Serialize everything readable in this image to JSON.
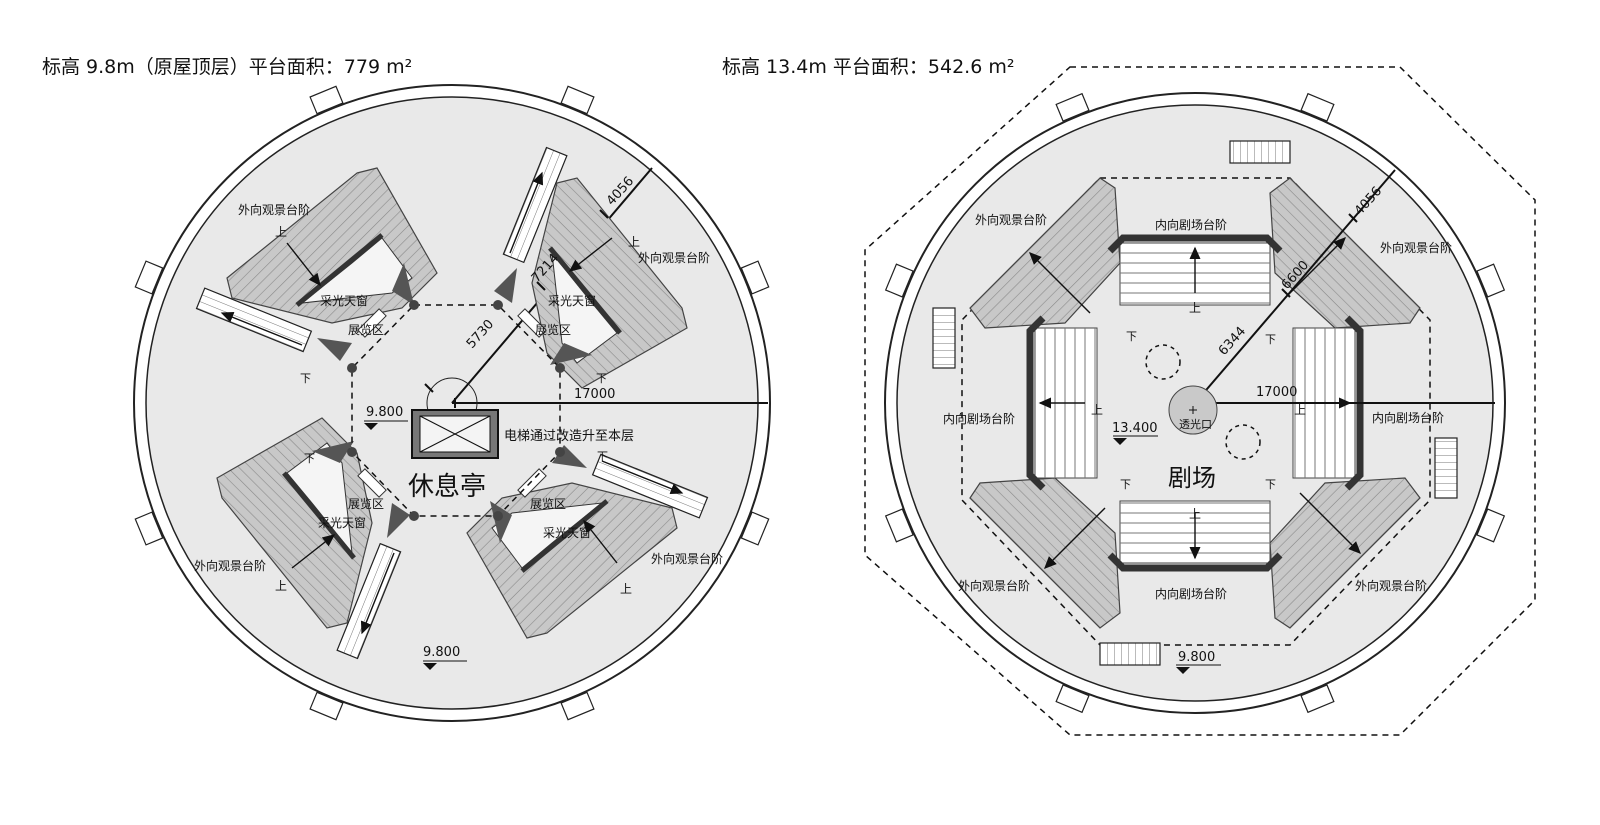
{
  "plans": [
    {
      "id": "left",
      "title": "标高 9.8m（原屋顶层）平台面积：779 m²",
      "center_label": "休息亭",
      "elevation_labels": [
        "9.800",
        "9.800"
      ],
      "elevator_note": "电梯通过改造升至本层",
      "labels": {
        "outer_steps": "外向观景台阶",
        "skylight": "采光天窗",
        "exhibition": "展览区",
        "up": "上",
        "down": "下"
      },
      "dimensions": [
        "4056",
        "7214",
        "5730",
        "17000"
      ]
    },
    {
      "id": "right",
      "title": "标高 13.4m 平台面积：542.6 m²",
      "center_label": "剧场",
      "elevation_labels": [
        "13.400",
        "9.800"
      ],
      "oculus_label": "透光口",
      "labels": {
        "outer_steps": "外向观景台阶",
        "inner_steps": "内向剧场台阶",
        "up": "上",
        "down": "下"
      },
      "dimensions": [
        "4056",
        "6600",
        "6344",
        "17000"
      ]
    }
  ]
}
